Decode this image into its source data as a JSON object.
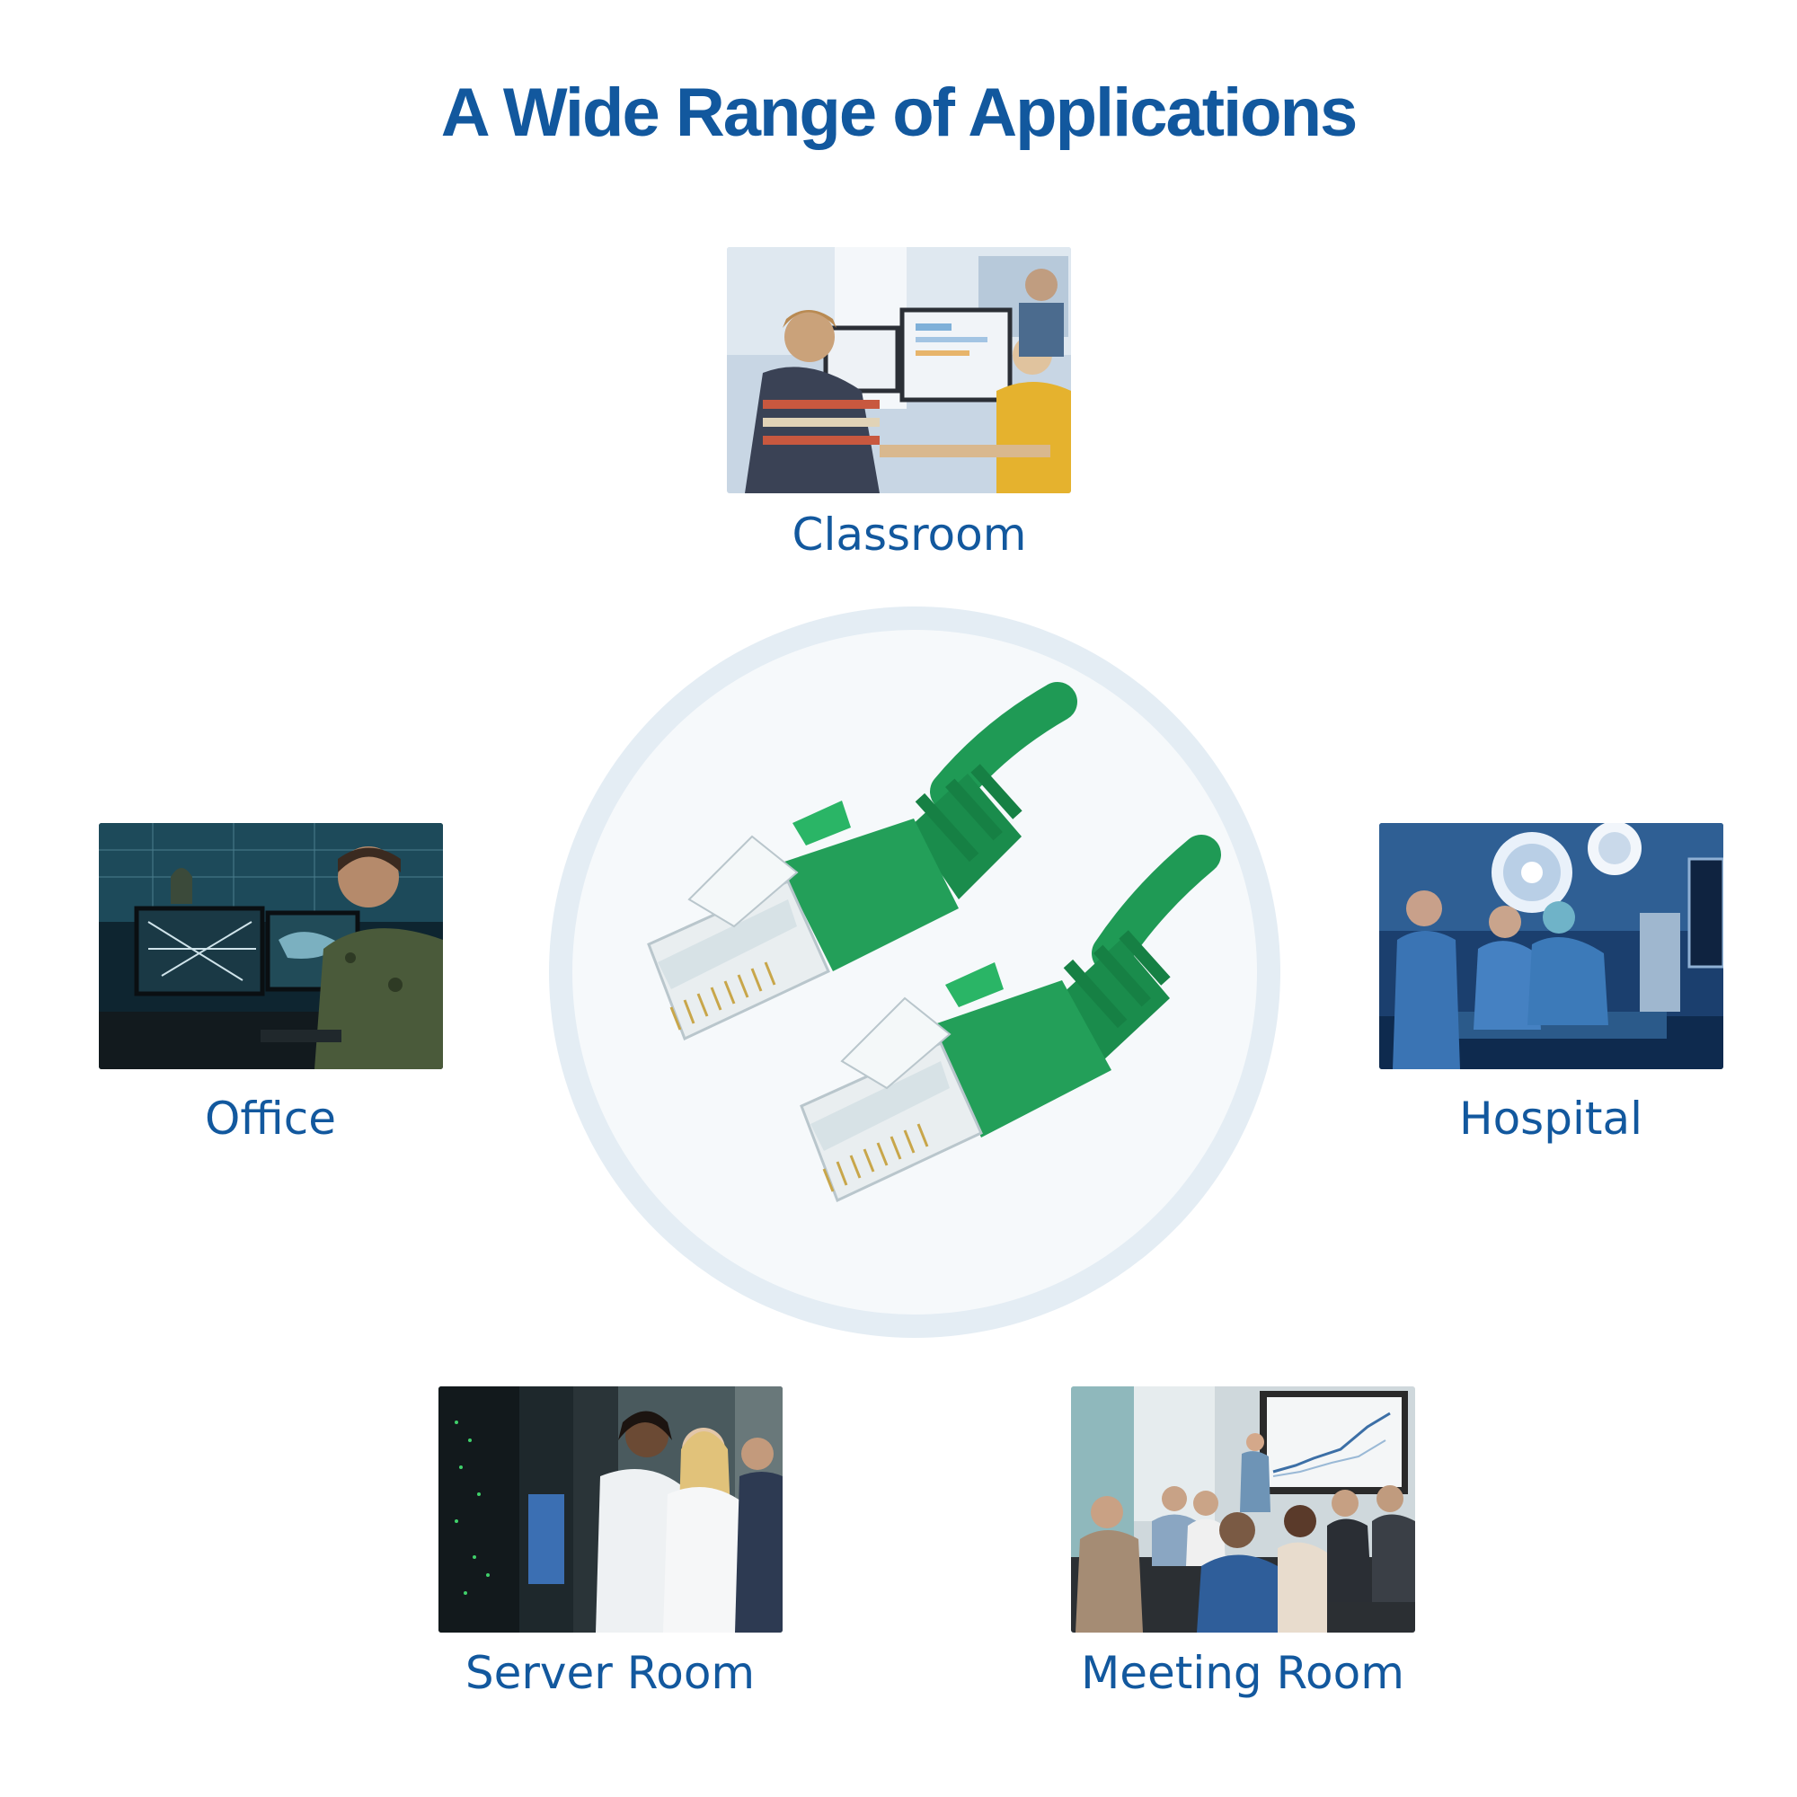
{
  "title": "A Wide Range of Applications",
  "applications": [
    {
      "label": "Classroom",
      "icon": "classroom-photo"
    },
    {
      "label": "Office",
      "icon": "office-photo"
    },
    {
      "label": "Hospital",
      "icon": "hospital-photo"
    },
    {
      "label": "Server Room",
      "icon": "server-room-photo"
    },
    {
      "label": "Meeting Room",
      "icon": "meeting-room-photo"
    }
  ],
  "center_image": {
    "icon": "green-ethernet-cable-icon"
  },
  "colors": {
    "title": "#12589e",
    "label": "#12589e",
    "ring": "#e4edf4",
    "cable": "#1f9a55"
  }
}
